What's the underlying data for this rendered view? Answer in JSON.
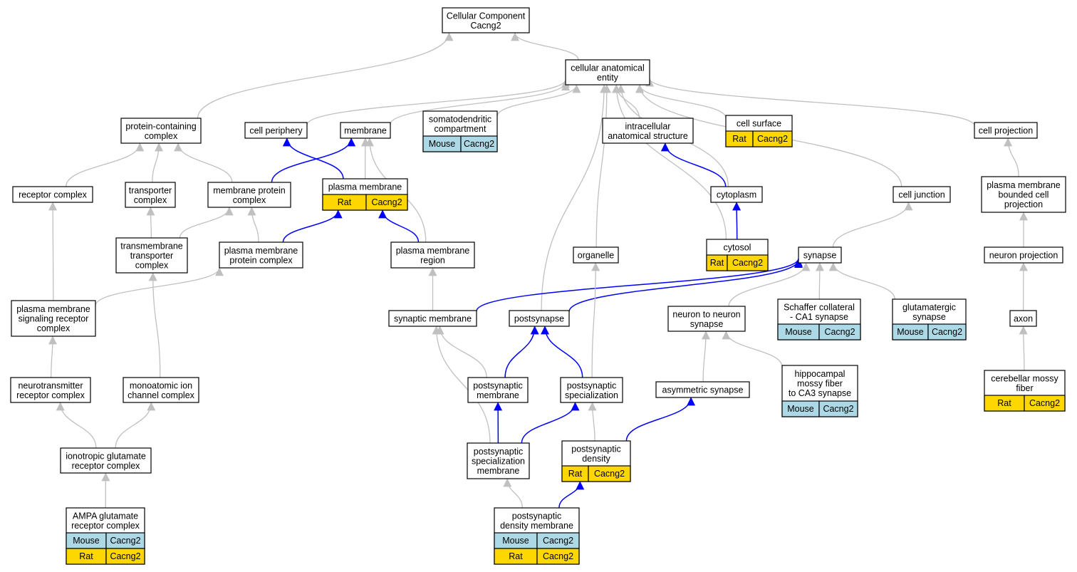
{
  "colors": {
    "gray_edge": "#c0c0c0",
    "blue_edge": "#0000ff",
    "mouse": "#add8e6",
    "rat": "#ffd700",
    "node_border": "#000000"
  },
  "nodes": {
    "root": {
      "lines": [
        "Cellular Component",
        "Cacng2"
      ]
    },
    "cae": {
      "lines": [
        "cellular anatomical",
        "entity"
      ]
    },
    "pcc": {
      "lines": [
        "protein-containing",
        "complex"
      ]
    },
    "cellperiph": {
      "lines": [
        "cell periphery"
      ]
    },
    "membrane": {
      "lines": [
        "membrane"
      ]
    },
    "somato": {
      "lines": [
        "somatodendritic",
        "compartment"
      ],
      "annotations": [
        [
          "Mouse",
          "Cacng2"
        ]
      ]
    },
    "ias": {
      "lines": [
        "intracellular",
        "anatomical structure"
      ]
    },
    "cellsurf": {
      "lines": [
        "cell surface"
      ],
      "annotations": [
        [
          "Rat",
          "Cacng2"
        ]
      ]
    },
    "cellproj": {
      "lines": [
        "cell projection"
      ]
    },
    "receptor": {
      "lines": [
        "receptor complex"
      ]
    },
    "transporter": {
      "lines": [
        "transporter",
        "complex"
      ]
    },
    "mpc": {
      "lines": [
        "membrane protein",
        "complex"
      ]
    },
    "pm": {
      "lines": [
        "plasma membrane"
      ],
      "annotations": [
        [
          "Rat",
          "Cacng2"
        ]
      ]
    },
    "cytoplasm": {
      "lines": [
        "cytoplasm"
      ]
    },
    "celljunc": {
      "lines": [
        "cell junction"
      ]
    },
    "pmbcp": {
      "lines": [
        "plasma membrane",
        "bounded cell",
        "projection"
      ]
    },
    "tmtc": {
      "lines": [
        "transmembrane",
        "transporter",
        "complex"
      ]
    },
    "pmpc": {
      "lines": [
        "plasma membrane",
        "protein complex"
      ]
    },
    "pmr": {
      "lines": [
        "plasma membrane",
        "region"
      ]
    },
    "organelle": {
      "lines": [
        "organelle"
      ]
    },
    "cytosol": {
      "lines": [
        "cytosol"
      ],
      "annotations": [
        [
          "Rat",
          "Cacng2"
        ]
      ]
    },
    "synapse": {
      "lines": [
        "synapse"
      ]
    },
    "neuronproj": {
      "lines": [
        "neuron projection"
      ]
    },
    "pmsrc": {
      "lines": [
        "plasma membrane",
        "signaling receptor",
        "complex"
      ]
    },
    "synmem": {
      "lines": [
        "synaptic membrane"
      ]
    },
    "postsyn": {
      "lines": [
        "postsynapse"
      ]
    },
    "n2n": {
      "lines": [
        "neuron to neuron",
        "synapse"
      ]
    },
    "schaffer": {
      "lines": [
        "Schaffer collateral",
        "- CA1 synapse"
      ],
      "annotations": [
        [
          "Mouse",
          "Cacng2"
        ]
      ]
    },
    "glut": {
      "lines": [
        "glutamatergic",
        "synapse"
      ],
      "annotations": [
        [
          "Mouse",
          "Cacng2"
        ]
      ]
    },
    "axon": {
      "lines": [
        "axon"
      ]
    },
    "ntrc": {
      "lines": [
        "neurotransmitter",
        "receptor complex"
      ]
    },
    "maicc": {
      "lines": [
        "monoatomic ion",
        "channel complex"
      ]
    },
    "psm": {
      "lines": [
        "postsynaptic",
        "membrane"
      ]
    },
    "pss": {
      "lines": [
        "postsynaptic",
        "specialization"
      ]
    },
    "asym": {
      "lines": [
        "asymmetric synapse"
      ]
    },
    "hmf": {
      "lines": [
        "hippocampal",
        "mossy fiber",
        "to CA3 synapse"
      ],
      "annotations": [
        [
          "Mouse",
          "Cacng2"
        ]
      ]
    },
    "cmf": {
      "lines": [
        "cerebellar mossy",
        "fiber"
      ],
      "annotations": [
        [
          "Rat",
          "Cacng2"
        ]
      ]
    },
    "igrc": {
      "lines": [
        "ionotropic glutamate",
        "receptor complex"
      ]
    },
    "pssm": {
      "lines": [
        "postsynaptic",
        "specialization",
        "membrane"
      ]
    },
    "psd": {
      "lines": [
        "postsynaptic",
        "density"
      ],
      "annotations": [
        [
          "Rat",
          "Cacng2"
        ]
      ]
    },
    "ampa": {
      "lines": [
        "AMPA glutamate",
        "receptor complex"
      ],
      "annotations": [
        [
          "Mouse",
          "Cacng2"
        ],
        [
          "Rat",
          "Cacng2"
        ]
      ]
    },
    "psdm": {
      "lines": [
        "postsynaptic",
        "density membrane"
      ],
      "annotations": [
        [
          "Mouse",
          "Cacng2"
        ],
        [
          "Rat",
          "Cacng2"
        ]
      ]
    }
  },
  "edges": [
    {
      "from": "cae",
      "to": "root",
      "color": "gray"
    },
    {
      "from": "pcc",
      "to": "root",
      "color": "gray"
    },
    {
      "from": "cellperiph",
      "to": "cae",
      "color": "gray"
    },
    {
      "from": "membrane",
      "to": "cae",
      "color": "gray"
    },
    {
      "from": "somato",
      "to": "cae",
      "color": "gray"
    },
    {
      "from": "ias",
      "to": "cae",
      "color": "gray"
    },
    {
      "from": "cellsurf",
      "to": "cae",
      "color": "gray"
    },
    {
      "from": "cellproj",
      "to": "cae",
      "color": "gray"
    },
    {
      "from": "celljunc",
      "to": "cae",
      "color": "gray"
    },
    {
      "from": "cytoplasm",
      "to": "cae",
      "color": "gray"
    },
    {
      "from": "cytosol",
      "to": "cae",
      "color": "gray"
    },
    {
      "from": "organelle",
      "to": "cae",
      "color": "gray"
    },
    {
      "from": "postsyn",
      "to": "cae",
      "color": "gray"
    },
    {
      "from": "receptor",
      "to": "pcc",
      "color": "gray"
    },
    {
      "from": "transporter",
      "to": "pcc",
      "color": "gray"
    },
    {
      "from": "mpc",
      "to": "pcc",
      "color": "gray"
    },
    {
      "from": "mpc",
      "to": "membrane",
      "color": "blue"
    },
    {
      "from": "pm",
      "to": "membrane",
      "color": "gray"
    },
    {
      "from": "pm",
      "to": "cellperiph",
      "color": "blue"
    },
    {
      "from": "pmr",
      "to": "membrane",
      "color": "gray"
    },
    {
      "from": "pmr",
      "to": "pm",
      "color": "blue"
    },
    {
      "from": "pmpc",
      "to": "pm",
      "color": "blue"
    },
    {
      "from": "pmpc",
      "to": "mpc",
      "color": "gray"
    },
    {
      "from": "tmtc",
      "to": "transporter",
      "color": "gray"
    },
    {
      "from": "tmtc",
      "to": "mpc",
      "color": "gray"
    },
    {
      "from": "cytoplasm",
      "to": "ias",
      "color": "blue"
    },
    {
      "from": "cytosol",
      "to": "cytoplasm",
      "color": "blue"
    },
    {
      "from": "pmbcp",
      "to": "cellproj",
      "color": "gray"
    },
    {
      "from": "neuronproj",
      "to": "pmbcp",
      "color": "gray"
    },
    {
      "from": "axon",
      "to": "neuronproj",
      "color": "gray"
    },
    {
      "from": "cmf",
      "to": "axon",
      "color": "gray"
    },
    {
      "from": "synapse",
      "to": "celljunc",
      "color": "gray"
    },
    {
      "from": "pmsrc",
      "to": "receptor",
      "color": "gray"
    },
    {
      "from": "pmsrc",
      "to": "pmpc",
      "color": "gray"
    },
    {
      "from": "synmem",
      "to": "pmr",
      "color": "gray"
    },
    {
      "from": "synmem",
      "to": "synapse",
      "color": "blue"
    },
    {
      "from": "postsyn",
      "to": "synapse",
      "color": "blue"
    },
    {
      "from": "n2n",
      "to": "synapse",
      "color": "gray"
    },
    {
      "from": "schaffer",
      "to": "synapse",
      "color": "gray"
    },
    {
      "from": "glut",
      "to": "synapse",
      "color": "gray"
    },
    {
      "from": "hmf",
      "to": "n2n",
      "color": "gray"
    },
    {
      "from": "asym",
      "to": "n2n",
      "color": "gray"
    },
    {
      "from": "ntrc",
      "to": "pmsrc",
      "color": "gray"
    },
    {
      "from": "maicc",
      "to": "tmtc",
      "color": "gray"
    },
    {
      "from": "igrc",
      "to": "ntrc",
      "color": "gray"
    },
    {
      "from": "igrc",
      "to": "maicc",
      "color": "gray"
    },
    {
      "from": "ampa",
      "to": "igrc",
      "color": "gray"
    },
    {
      "from": "psm",
      "to": "postsyn",
      "color": "blue"
    },
    {
      "from": "psm",
      "to": "synmem",
      "color": "gray"
    },
    {
      "from": "pss",
      "to": "postsyn",
      "color": "blue"
    },
    {
      "from": "pss",
      "to": "organelle",
      "color": "gray"
    },
    {
      "from": "pssm",
      "to": "psm",
      "color": "blue"
    },
    {
      "from": "pssm",
      "to": "pss",
      "color": "blue"
    },
    {
      "from": "pssm",
      "to": "synmem",
      "color": "gray"
    },
    {
      "from": "psd",
      "to": "pss",
      "color": "gray"
    },
    {
      "from": "psd",
      "to": "asym",
      "color": "blue"
    },
    {
      "from": "psdm",
      "to": "psd",
      "color": "blue"
    },
    {
      "from": "psdm",
      "to": "pssm",
      "color": "gray"
    }
  ]
}
